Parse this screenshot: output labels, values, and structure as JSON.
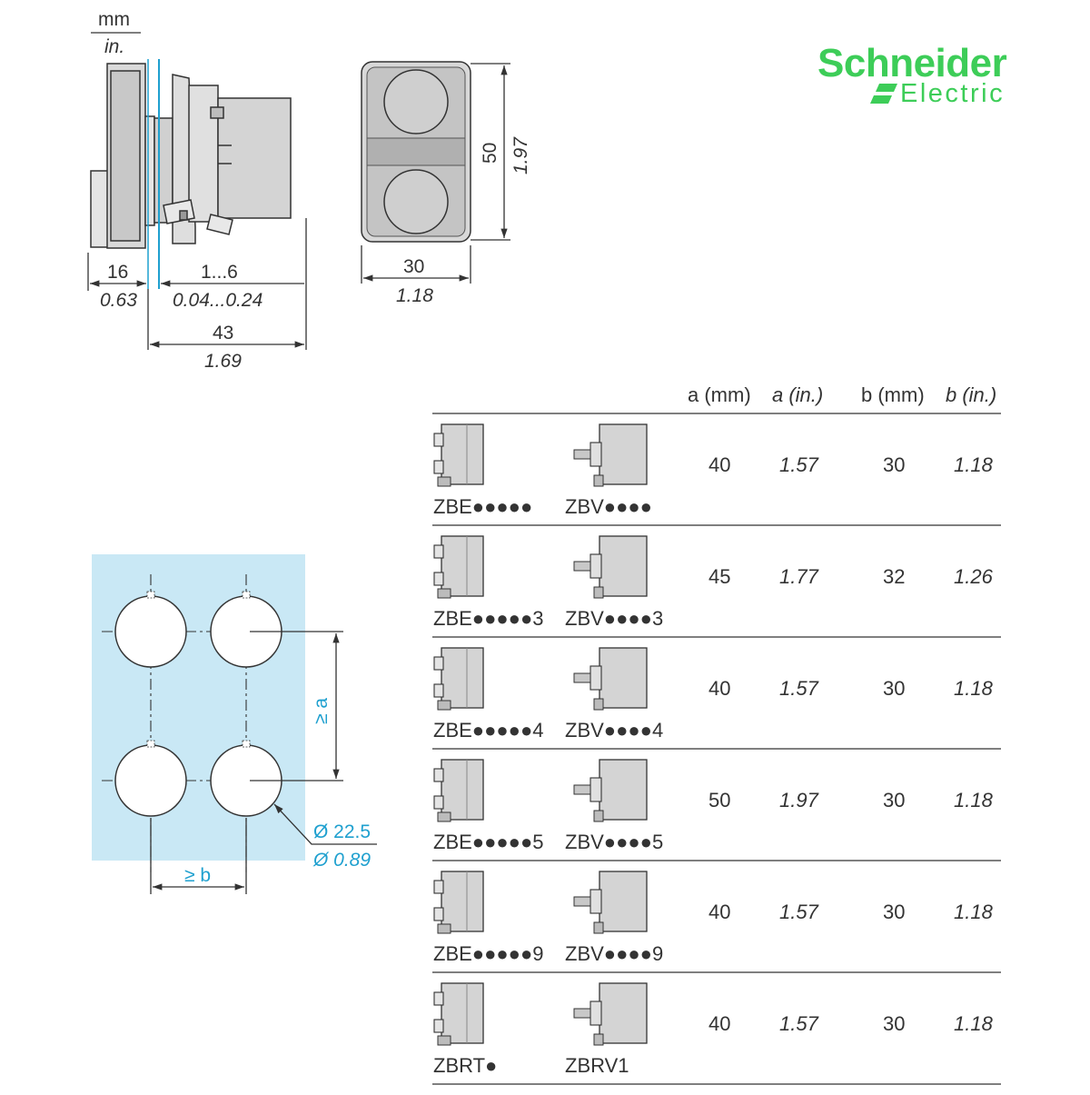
{
  "units": {
    "metric": "mm",
    "imperial": "in."
  },
  "logo": {
    "line1": "Schneider",
    "line2": "Electric",
    "icon": "schneider-electric-logo"
  },
  "side_view": {
    "front_mm": "16",
    "front_in": "0.63",
    "panel_mm": "1...6",
    "panel_in": "0.04...0.24",
    "total_mm": "43",
    "total_in": "1.69"
  },
  "front_view": {
    "width_mm": "30",
    "width_in": "1.18",
    "height_mm": "50",
    "height_in": "1.97"
  },
  "panel_cutout": {
    "spacing_a": "≥ a",
    "spacing_b": "≥ b",
    "diameter_mm": "Ø 22.5",
    "diameter_in": "Ø 0.89"
  },
  "table": {
    "headers": [
      "a (mm)",
      "a (in.)",
      "b (mm)",
      "b (in.)"
    ],
    "rows": [
      {
        "ref1": "ZBE●●●●●",
        "ref2": "ZBV●●●●",
        "a_mm": "40",
        "a_in": "1.57",
        "b_mm": "30",
        "b_in": "1.18"
      },
      {
        "ref1": "ZBE●●●●●3",
        "ref2": "ZBV●●●●3",
        "a_mm": "45",
        "a_in": "1.77",
        "b_mm": "32",
        "b_in": "1.26"
      },
      {
        "ref1": "ZBE●●●●●4",
        "ref2": "ZBV●●●●4",
        "a_mm": "40",
        "a_in": "1.57",
        "b_mm": "30",
        "b_in": "1.18"
      },
      {
        "ref1": "ZBE●●●●●5",
        "ref2": "ZBV●●●●5",
        "a_mm": "50",
        "a_in": "1.97",
        "b_mm": "30",
        "b_in": "1.18"
      },
      {
        "ref1": "ZBE●●●●●9",
        "ref2": "ZBV●●●●9",
        "a_mm": "40",
        "a_in": "1.57",
        "b_mm": "30",
        "b_in": "1.18"
      },
      {
        "ref1": "ZBRT●",
        "ref2": "ZBRV1",
        "a_mm": "40",
        "a_in": "1.57",
        "b_mm": "30",
        "b_in": "1.18"
      }
    ]
  },
  "colors": {
    "brand_green": "#3dcd58",
    "cutout_fill": "#c9e8f5",
    "accent_blue": "#1fa0cf"
  }
}
